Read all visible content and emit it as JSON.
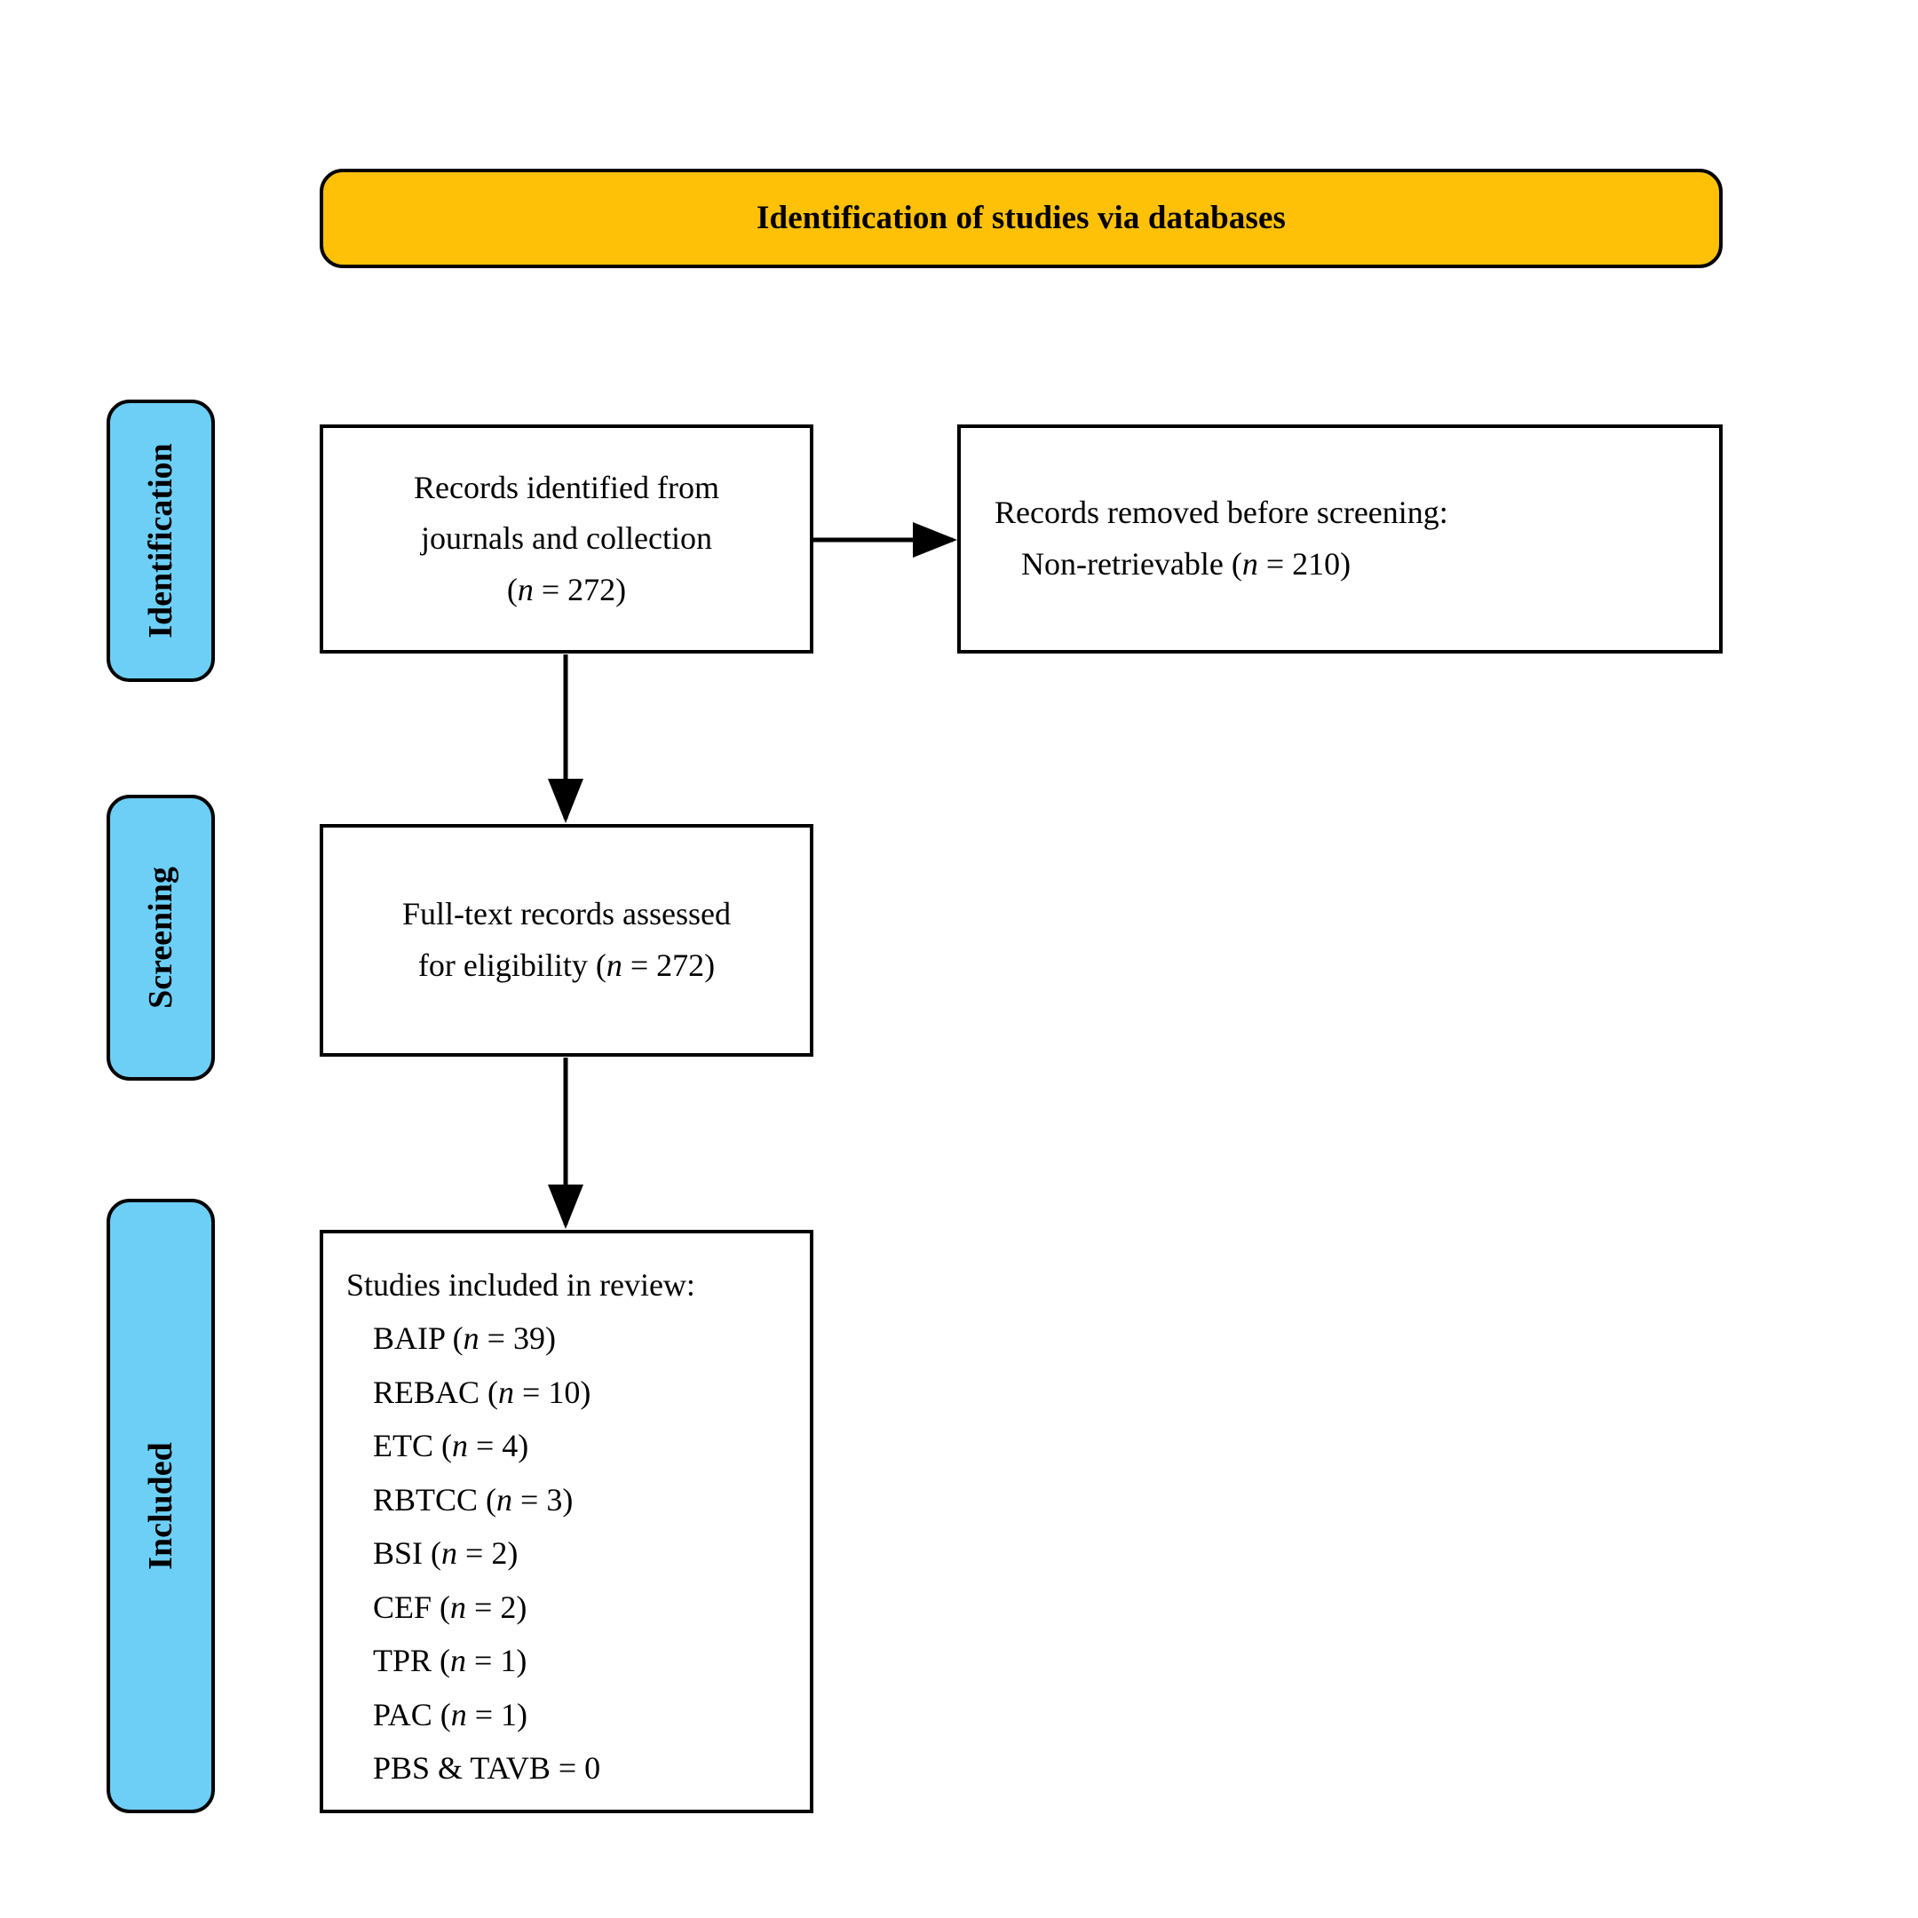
{
  "banner": {
    "title": "Identification of studies via databases",
    "color": "#FFC107"
  },
  "stages": {
    "color": "#6DCFF6",
    "identification": "Identification",
    "screening": "Screening",
    "included": "Included"
  },
  "boxes": {
    "identified": {
      "line1": "Records identified from",
      "line2": "journals and collection",
      "n_open": "(",
      "n_symbol": "n",
      "n_value": " = 272)"
    },
    "removed": {
      "line1": "Records removed before screening:",
      "line2_label": "Non-retrievable (",
      "line2_symbol": "n",
      "line2_value": " = 210)"
    },
    "fulltext": {
      "line1": "Full-text records assessed",
      "line2_prefix": "for eligibility (",
      "line2_symbol": "n",
      "line2_value": " = 272)"
    },
    "included": {
      "heading": "Studies included in review:",
      "items": [
        {
          "label": "BAIP (",
          "symbol": "n",
          "value": " = 39)"
        },
        {
          "label": "REBAC (",
          "symbol": "n",
          "value": " = 10)"
        },
        {
          "label": "ETC (",
          "symbol": "n",
          "value": " = 4)"
        },
        {
          "label": "RBTCC (",
          "symbol": "n",
          "value": " = 3)"
        },
        {
          "label": "BSI (",
          "symbol": "n",
          "value": " = 2)"
        },
        {
          "label": "CEF (",
          "symbol": "n",
          "value": " = 2)"
        },
        {
          "label": "TPR (",
          "symbol": "n",
          "value": " = 1)"
        },
        {
          "label": "PAC (",
          "symbol": "n",
          "value": " = 1)"
        },
        {
          "label": "PBS & TAVB = 0",
          "symbol": "",
          "value": ""
        }
      ]
    }
  },
  "chart_data": {
    "type": "flowchart",
    "title": "Identification of studies via databases",
    "stages": [
      "Identification",
      "Screening",
      "Included"
    ],
    "nodes": [
      {
        "id": "identified",
        "stage": "Identification",
        "text": "Records identified from journals and collection (n = 272)",
        "n": 272
      },
      {
        "id": "removed",
        "stage": "Identification",
        "text": "Records removed before screening: Non-retrievable (n = 210)",
        "n": 210
      },
      {
        "id": "fulltext",
        "stage": "Screening",
        "text": "Full-text records assessed for eligibility (n = 272)",
        "n": 272
      },
      {
        "id": "included",
        "stage": "Included",
        "text": "Studies included in review",
        "breakdown": [
          {
            "name": "BAIP",
            "n": 39
          },
          {
            "name": "REBAC",
            "n": 10
          },
          {
            "name": "ETC",
            "n": 4
          },
          {
            "name": "RBTCC",
            "n": 3
          },
          {
            "name": "BSI",
            "n": 2
          },
          {
            "name": "CEF",
            "n": 2
          },
          {
            "name": "TPR",
            "n": 1
          },
          {
            "name": "PAC",
            "n": 1
          },
          {
            "name": "PBS & TAVB",
            "n": 0
          }
        ]
      }
    ],
    "edges": [
      {
        "from": "identified",
        "to": "removed",
        "direction": "right"
      },
      {
        "from": "identified",
        "to": "fulltext",
        "direction": "down"
      },
      {
        "from": "fulltext",
        "to": "included",
        "direction": "down"
      }
    ]
  }
}
